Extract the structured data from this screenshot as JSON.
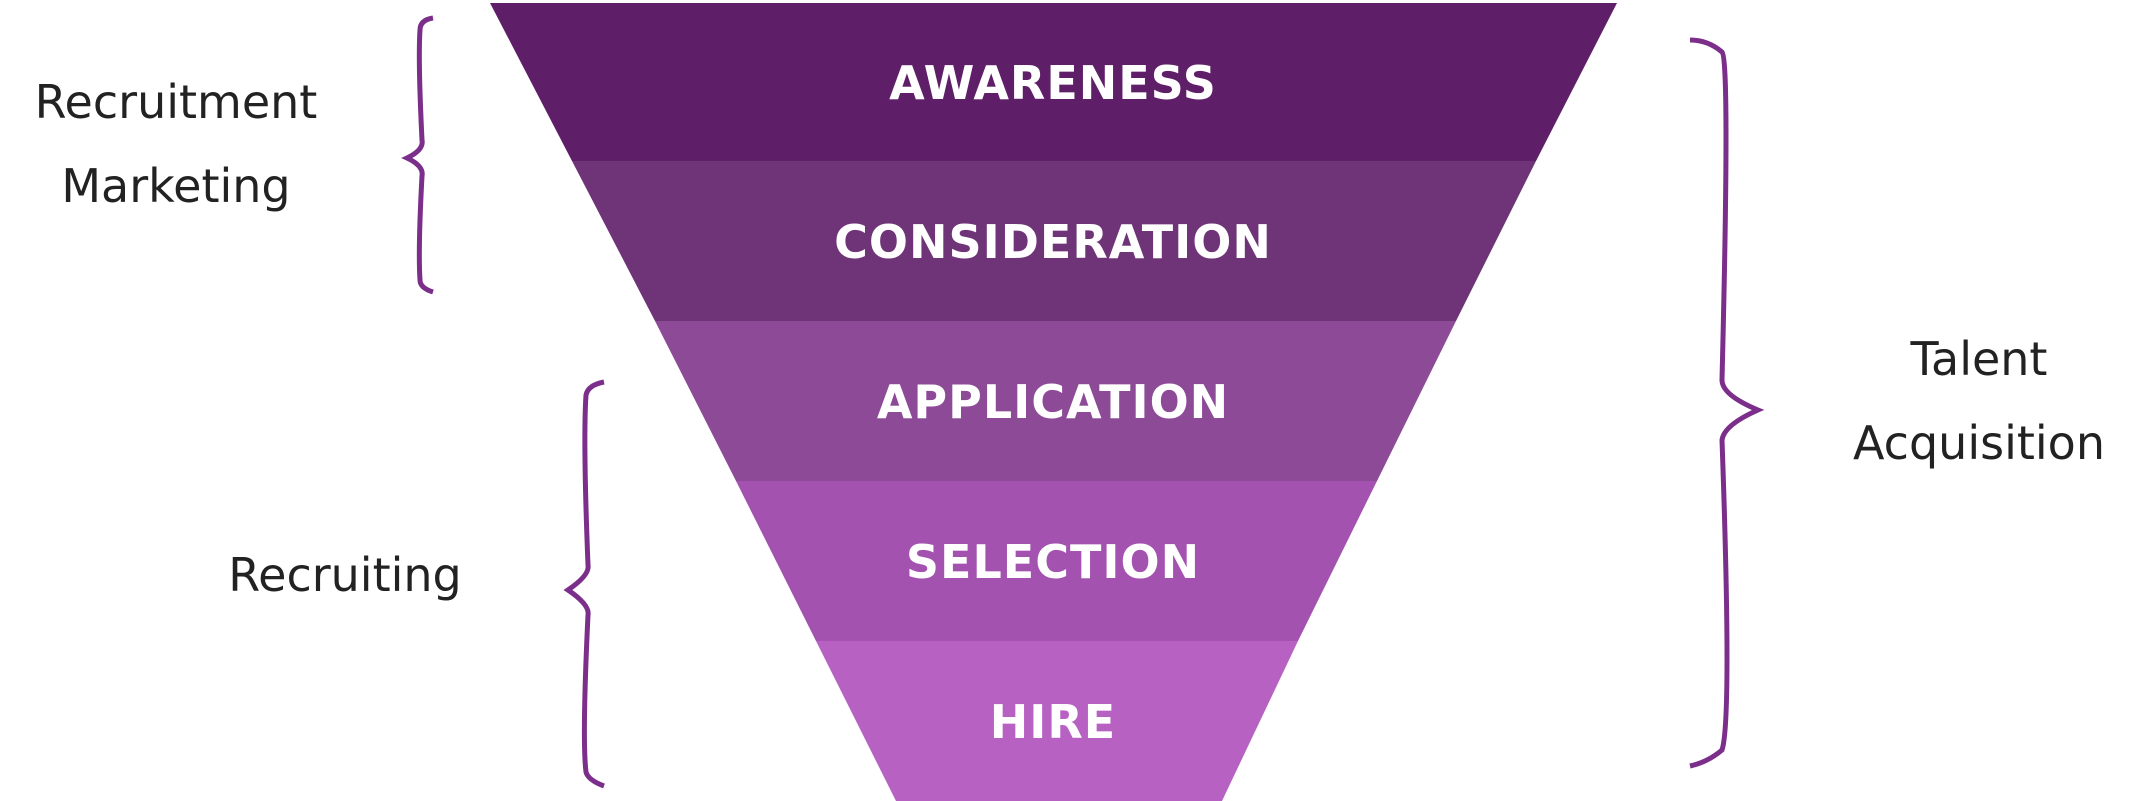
{
  "funnel": {
    "stages": [
      {
        "label": "AWARENESS",
        "color": "#5f1f68"
      },
      {
        "label": "CONSIDERATION",
        "color": "#6f3477"
      },
      {
        "label": "APPLICATION",
        "color": "#8c4a97"
      },
      {
        "label": "SELECTION",
        "color": "#a452b0"
      },
      {
        "label": "HIRE",
        "color": "#b762c3"
      }
    ]
  },
  "groups": {
    "recruitment_marketing": {
      "line1": "Recruitment",
      "line2": "Marketing"
    },
    "recruiting": {
      "line1": "Recruiting"
    },
    "talent_acquisition": {
      "line1": "Talent",
      "line2": "Acquisition"
    }
  },
  "brace_color": "#7b2e8a"
}
